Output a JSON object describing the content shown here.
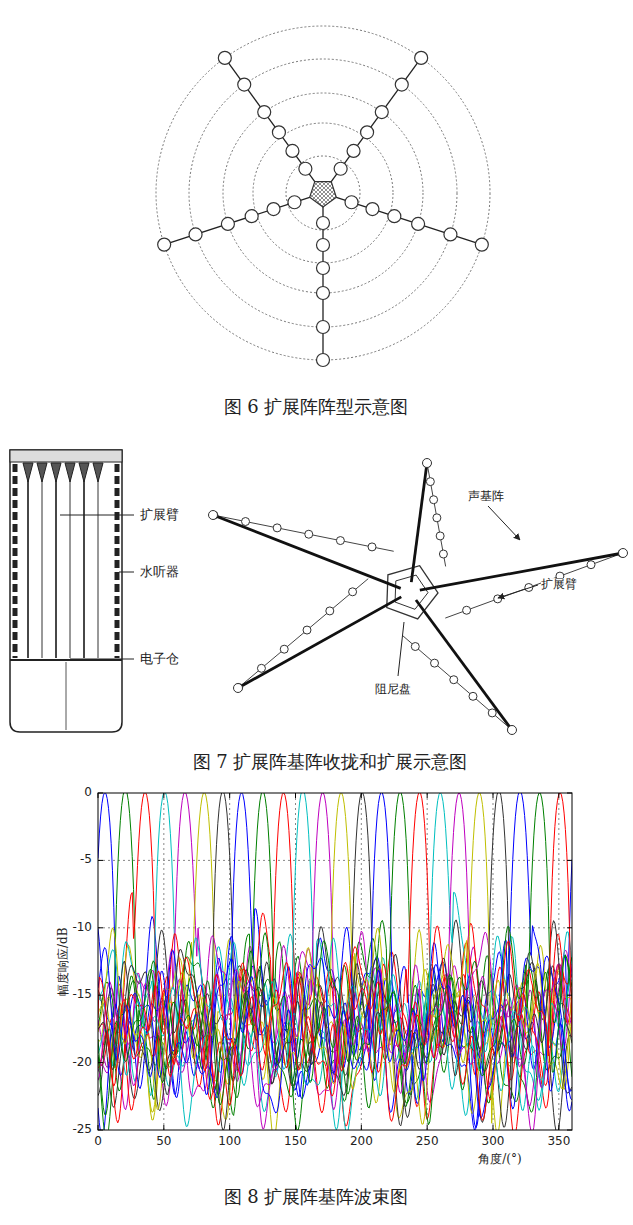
{
  "diagram": {
    "labels": [
      "图 6 扩展阵阵型示意图",
      "扩展臂",
      "水听器",
      "声基阵",
      "扩展臂",
      "电子仓",
      "阻尼盘",
      "图 7 扩展阵基阵收拢和扩展示意图",
      "0",
      "-5",
      "-10",
      "-15",
      "-20",
      "-25",
      "幅度响应/dB",
      "0",
      "50",
      "100",
      "150",
      "200",
      "250",
      "300",
      "350",
      "角度/(°)",
      "图 8 扩展阵基阵波束图"
    ]
  }
}
